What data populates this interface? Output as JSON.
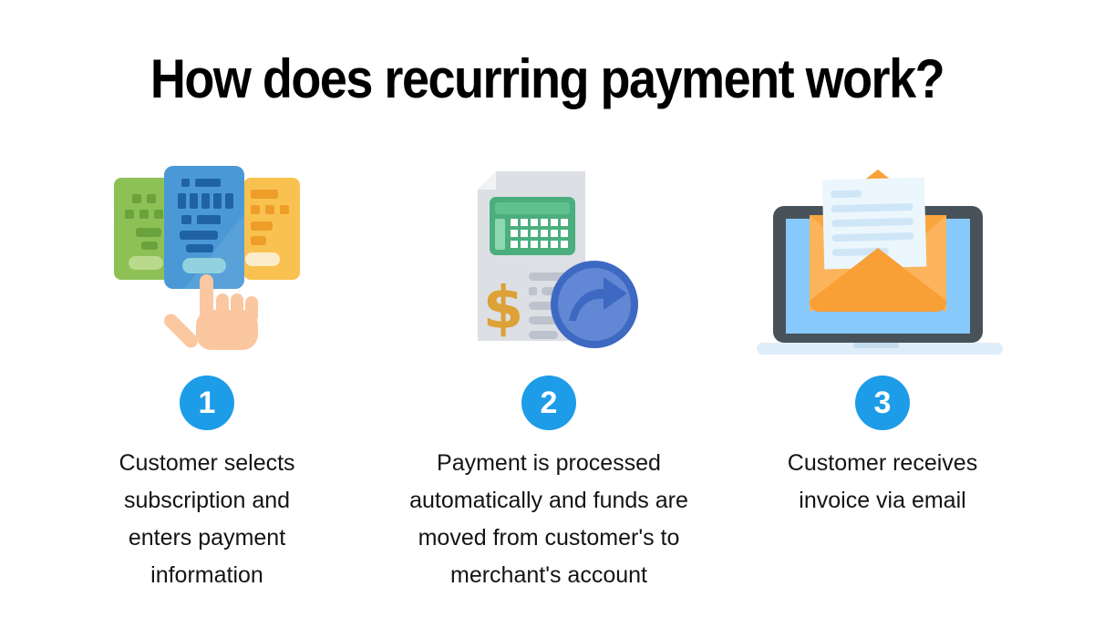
{
  "title": "How does recurring payment work?",
  "steps": [
    {
      "number": "1",
      "icon": "subscription-cards-pointer-icon",
      "caption": "Customer selects\nsubscription and\nenters payment\ninformation"
    },
    {
      "number": "2",
      "icon": "invoice-processing-icon",
      "caption": "Payment is processed\nautomatically and funds are\nmoved from customer's to\nmerchant's account"
    },
    {
      "number": "3",
      "icon": "laptop-email-icon",
      "caption": "Customer receives\ninvoice via email"
    }
  ],
  "colors": {
    "background": "#ffffff",
    "title_text": "#000000",
    "caption_text": "#141414",
    "badge_blue": "#1d9ce8",
    "badge_text": "#ffffff",
    "card_green": "#8ec155",
    "card_green_dark": "#6aa23d",
    "card_blue": "#4a99d6",
    "card_blue_dark": "#2063a3",
    "card_yellow": "#f9c250",
    "card_yellow_dark": "#ee9d28",
    "hand_peach": "#fbc7a0",
    "document_gray": "#dcdfe4",
    "calculator_green": "#4aae7e",
    "dollar_gold": "#dda137",
    "process_circle_ring": "#3e69c2",
    "process_circle_fill": "#6287d5",
    "laptop_frame": "#47525a",
    "laptop_screen": "#87c9fa",
    "laptop_base": "#dfedf8",
    "envelope_orange": "#f9a63f",
    "envelope_flap_light": "#fbb45c",
    "letter_white": "#ecf6fd",
    "letter_lines": "#cfe6f7"
  }
}
